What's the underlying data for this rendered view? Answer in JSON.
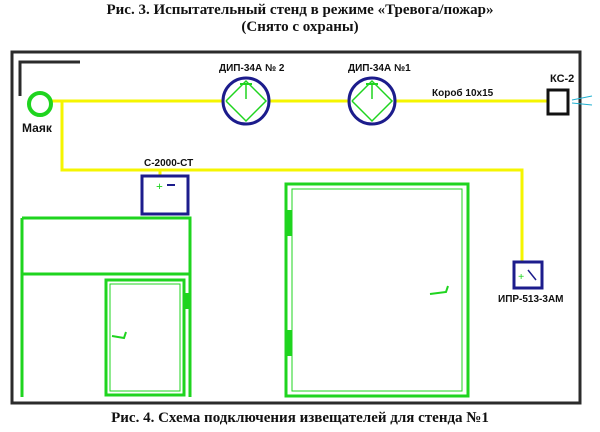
{
  "captions": {
    "top_line1": "Рис. 3. Испытательный стенд в режиме «Тревога/пожар»",
    "top_line2": "(Снято с охраны)",
    "bottom": "Рис. 4. Схема подключения извещателей для стенда №1"
  },
  "labels": {
    "beacon": "Маяк",
    "detector_2": "ДИП-34А № 2",
    "detector_1": "ДИП-34А №1",
    "conduit": "Короб 10х15",
    "ks2": "КС-2",
    "controller": "С-2000-СТ",
    "manual_callpoint": "ИПР-513-3АМ"
  },
  "colors": {
    "wire": "#f5f500",
    "frame": "#2b2b2b",
    "device": "#1c1c8c",
    "door": "#1fd41f",
    "beacon": "#1fd41f"
  }
}
